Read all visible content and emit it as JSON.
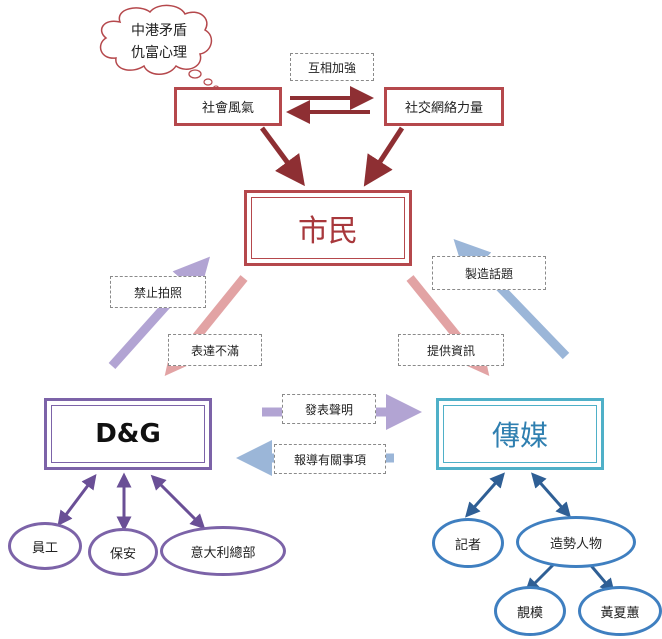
{
  "cloud": {
    "line1": "中港矛盾",
    "line2": "仇富心理"
  },
  "nodes": {
    "society": "社會風氣",
    "social_network": "社交網絡力量",
    "citizens": "市民",
    "dg": "D&G",
    "media": "傳媒",
    "employees": "員工",
    "security": "保安",
    "italy_hq": "意大利總部",
    "reporters": "記者",
    "influencers": "造勢人物",
    "models": "靚模",
    "wong": "黃夏蕙"
  },
  "edge_labels": {
    "reinforce": "互相加強",
    "ban_photo": "禁止拍照",
    "express_discontent": "表達不滿",
    "create_topic": "製造話題",
    "provide_info": "提供資訊",
    "issue_statement": "發表聲明",
    "report_events": "報導有關事項"
  },
  "colors": {
    "red": "#b5484c",
    "dark_red": "#8e2f33",
    "pink": "#e2a3a4",
    "purple": "#7c63a8",
    "light_purple": "#b2a4d3",
    "light_blue": "#9bb6d8",
    "blue": "#3f7fc0",
    "teal": "#4fb0c8"
  }
}
